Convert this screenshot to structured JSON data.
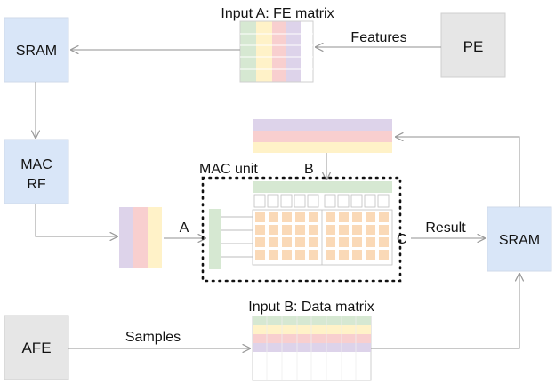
{
  "labels": {
    "input_a_title": "Input A: FE matrix",
    "features": "Features",
    "pe": "PE",
    "sram_left": "SRAM",
    "mac_rf_line1": "MAC",
    "mac_rf_line2": "RF",
    "mac_unit": "MAC unit",
    "b": "B",
    "a": "A",
    "c": "C",
    "result": "Result",
    "sram_right": "SRAM",
    "input_b_title": "Input B: Data matrix",
    "samples": "Samples",
    "afe": "AFE"
  },
  "colors": {
    "sram_fill": "#d9e6f8",
    "gray_block": "#e6e6e6",
    "green": "#d6e8d2",
    "yellow": "#fff2c8",
    "red": "#f8cfcf",
    "purple": "#ddd3ea",
    "orange_cell": "#fad9b7",
    "line": "#a6a6a6"
  }
}
